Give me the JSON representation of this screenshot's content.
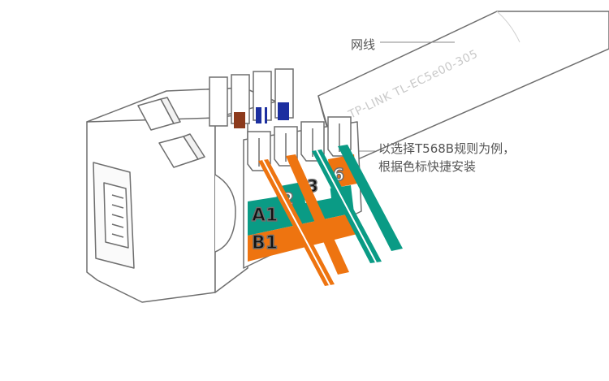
{
  "labels": {
    "cable": "网线",
    "cable_print": "TP-LINK TL-EC5e00-305",
    "note_line1": "以选择T568B规则为例，",
    "note_line2": "根据色标快捷安装",
    "row_a": "A1",
    "row_b": "B1",
    "num_2": "2",
    "num_3": "3",
    "num_6": "6"
  },
  "colors": {
    "orange": "#ee7410",
    "teal": "#0a9b85",
    "blue": "#1c2fa0",
    "brown": "#8c3a1c",
    "outline": "#6e6e6e",
    "text": "#555555"
  },
  "icons": [
    "keystone-jack",
    "rj45-port",
    "idc-terminal",
    "network-cable"
  ]
}
